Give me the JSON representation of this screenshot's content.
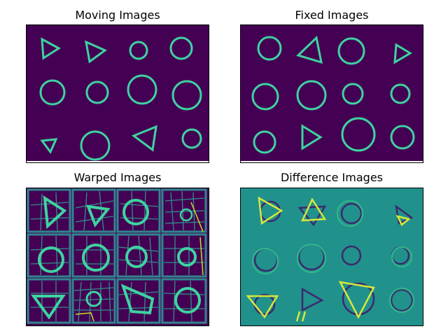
{
  "panels": {
    "moving": {
      "title": "Moving Images"
    },
    "fixed": {
      "title": "Fixed Images"
    },
    "warped": {
      "title": "Warped Images"
    },
    "difference": {
      "title": "Difference Images"
    }
  },
  "colors": {
    "background_dark": "#440154",
    "outline": "#3ed3a0",
    "outline_light": "#c8e020",
    "difference_bg": "#21918c",
    "difference_dark": "#3b2a6e",
    "difference_light": "#d6e83a"
  }
}
